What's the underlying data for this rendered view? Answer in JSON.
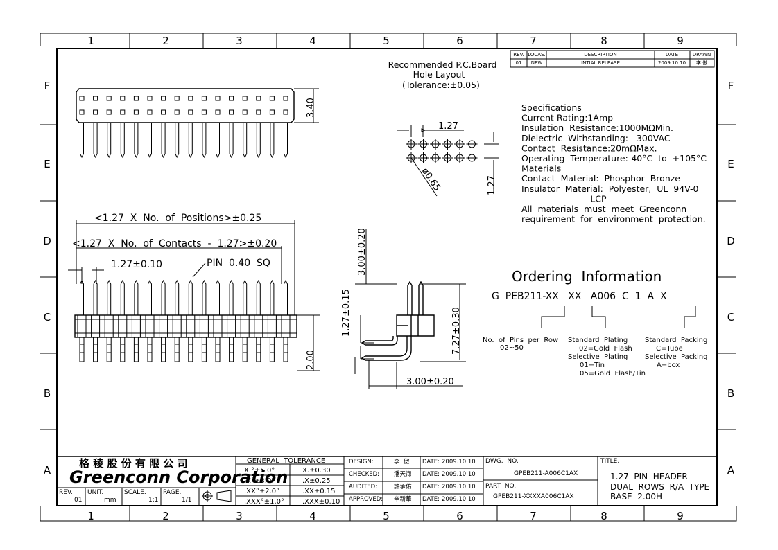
{
  "zones": {
    "columns": [
      "1",
      "2",
      "3",
      "4",
      "5",
      "6",
      "7",
      "8",
      "9"
    ],
    "rows": [
      "F",
      "E",
      "D",
      "C",
      "B",
      "A"
    ]
  },
  "revision_table": {
    "headers": [
      "REV.",
      "LOCAS.",
      "DESCRIPTION",
      "DATE",
      "DRAWN"
    ],
    "row": [
      "01",
      "NEW",
      "INTIAL RELEASE",
      "2009.10.10",
      "李 傲"
    ]
  },
  "hole_layout": {
    "title": [
      "Recommended P.C.Board",
      "Hole Layout",
      "(Tolerance:±0.05)"
    ],
    "pitch": "1.27",
    "hole_dia": "ø0.65",
    "row_pitch": "1.27"
  },
  "specifications": {
    "lines": [
      "Specifications",
      "Current Rating:1Amp",
      "Insulation  Resistance:1000MΩMin.",
      "Dielectric  Withstanding:   300VAC",
      "Contact  Resistance:20mΩMax.",
      "Operating  Temperature:-40°C  to  +105°C",
      "Materials",
      "Contact  Material:  Phosphor  Bronze",
      "Insulator  Material:  Polyester,  UL  94V-0",
      "                         LCP",
      "All  materials  must  meet  Greenconn",
      "requirement  for  environment  protection."
    ]
  },
  "top_view": {
    "height_dim": "3.40"
  },
  "front_view": {
    "dim_positions": "<1.27  X  No.  of  Positions>±0.25",
    "dim_contacts": "<1.27  X  No.  of  Contacts  -  1.27>±0.20",
    "dim_pitch": "1.27±0.10",
    "pin_note": "PIN  0.40  SQ",
    "height_dim": "2.00"
  },
  "side_view": {
    "dim_tail": "3.00±0.20",
    "dim_offset": "1.27±0.15",
    "dim_height": "7.27±0.30",
    "dim_bottom": "3.00±0.20"
  },
  "ordering": {
    "title": "Ordering  Information",
    "code": "G  PEB211-XX   XX   A006  C  1  A  X",
    "pins_label": "No.  of  Pins  per  Row",
    "pins_range": "02~50",
    "plating_lines": [
      "Standard  Plating",
      "02=Gold  Flash",
      "Selective  Plating",
      "01=Tin",
      "05=Gold  Flash/Tin"
    ],
    "packing_lines": [
      "Standard  Packing",
      "C=Tube",
      "Selective  Packing",
      "A=box"
    ]
  },
  "title_block": {
    "company_cn": "格 稜 股 份 有 限 公 司",
    "company_en": "Greenconn Corporation",
    "tolerance_header": "GENERAL  TOLERANCE",
    "tolerances": [
      [
        "X.°±5.0°",
        "X.±0.30"
      ],
      [
        ".X°±3.0°",
        ".X±0.25"
      ],
      [
        ".XX°±2.0°",
        ".XX±0.15"
      ],
      [
        ".XXX°±1.0°",
        ".XXX±0.10"
      ]
    ],
    "rev_label": "REV.",
    "rev_value": "01",
    "unit_label": "UNIT.",
    "unit_value": "mm",
    "scale_label": "SCALE.",
    "scale_value": "1:1",
    "page_label": "PAGE.",
    "page_value": "1/1",
    "signoffs": [
      {
        "role": "DESIGN:",
        "name": "李  傲",
        "date_label": "DATE:",
        "date": "2009.10.10"
      },
      {
        "role": "CHECKED:",
        "name": "潘天海",
        "date_label": "DATE:",
        "date": "2009.10.10"
      },
      {
        "role": "AUDITED:",
        "name": "許承佑",
        "date_label": "DATE:",
        "date": "2009.10.10"
      },
      {
        "role": "APPROVED:",
        "name": "辛新華",
        "date_label": "DATE:",
        "date": "2009.10.10"
      }
    ],
    "dwg_no_label": "DWG.  NO.",
    "dwg_no": "GPEB211-A006C1AX",
    "part_no_label": "PART  NO.",
    "part_no": "GPEB211-XXXXA006C1AX",
    "title_label": "TITLE.",
    "title_lines": [
      "1.27  PIN  HEADER",
      "DUAL  ROWS  R/A  TYPE",
      "BASE  2.00H"
    ]
  }
}
